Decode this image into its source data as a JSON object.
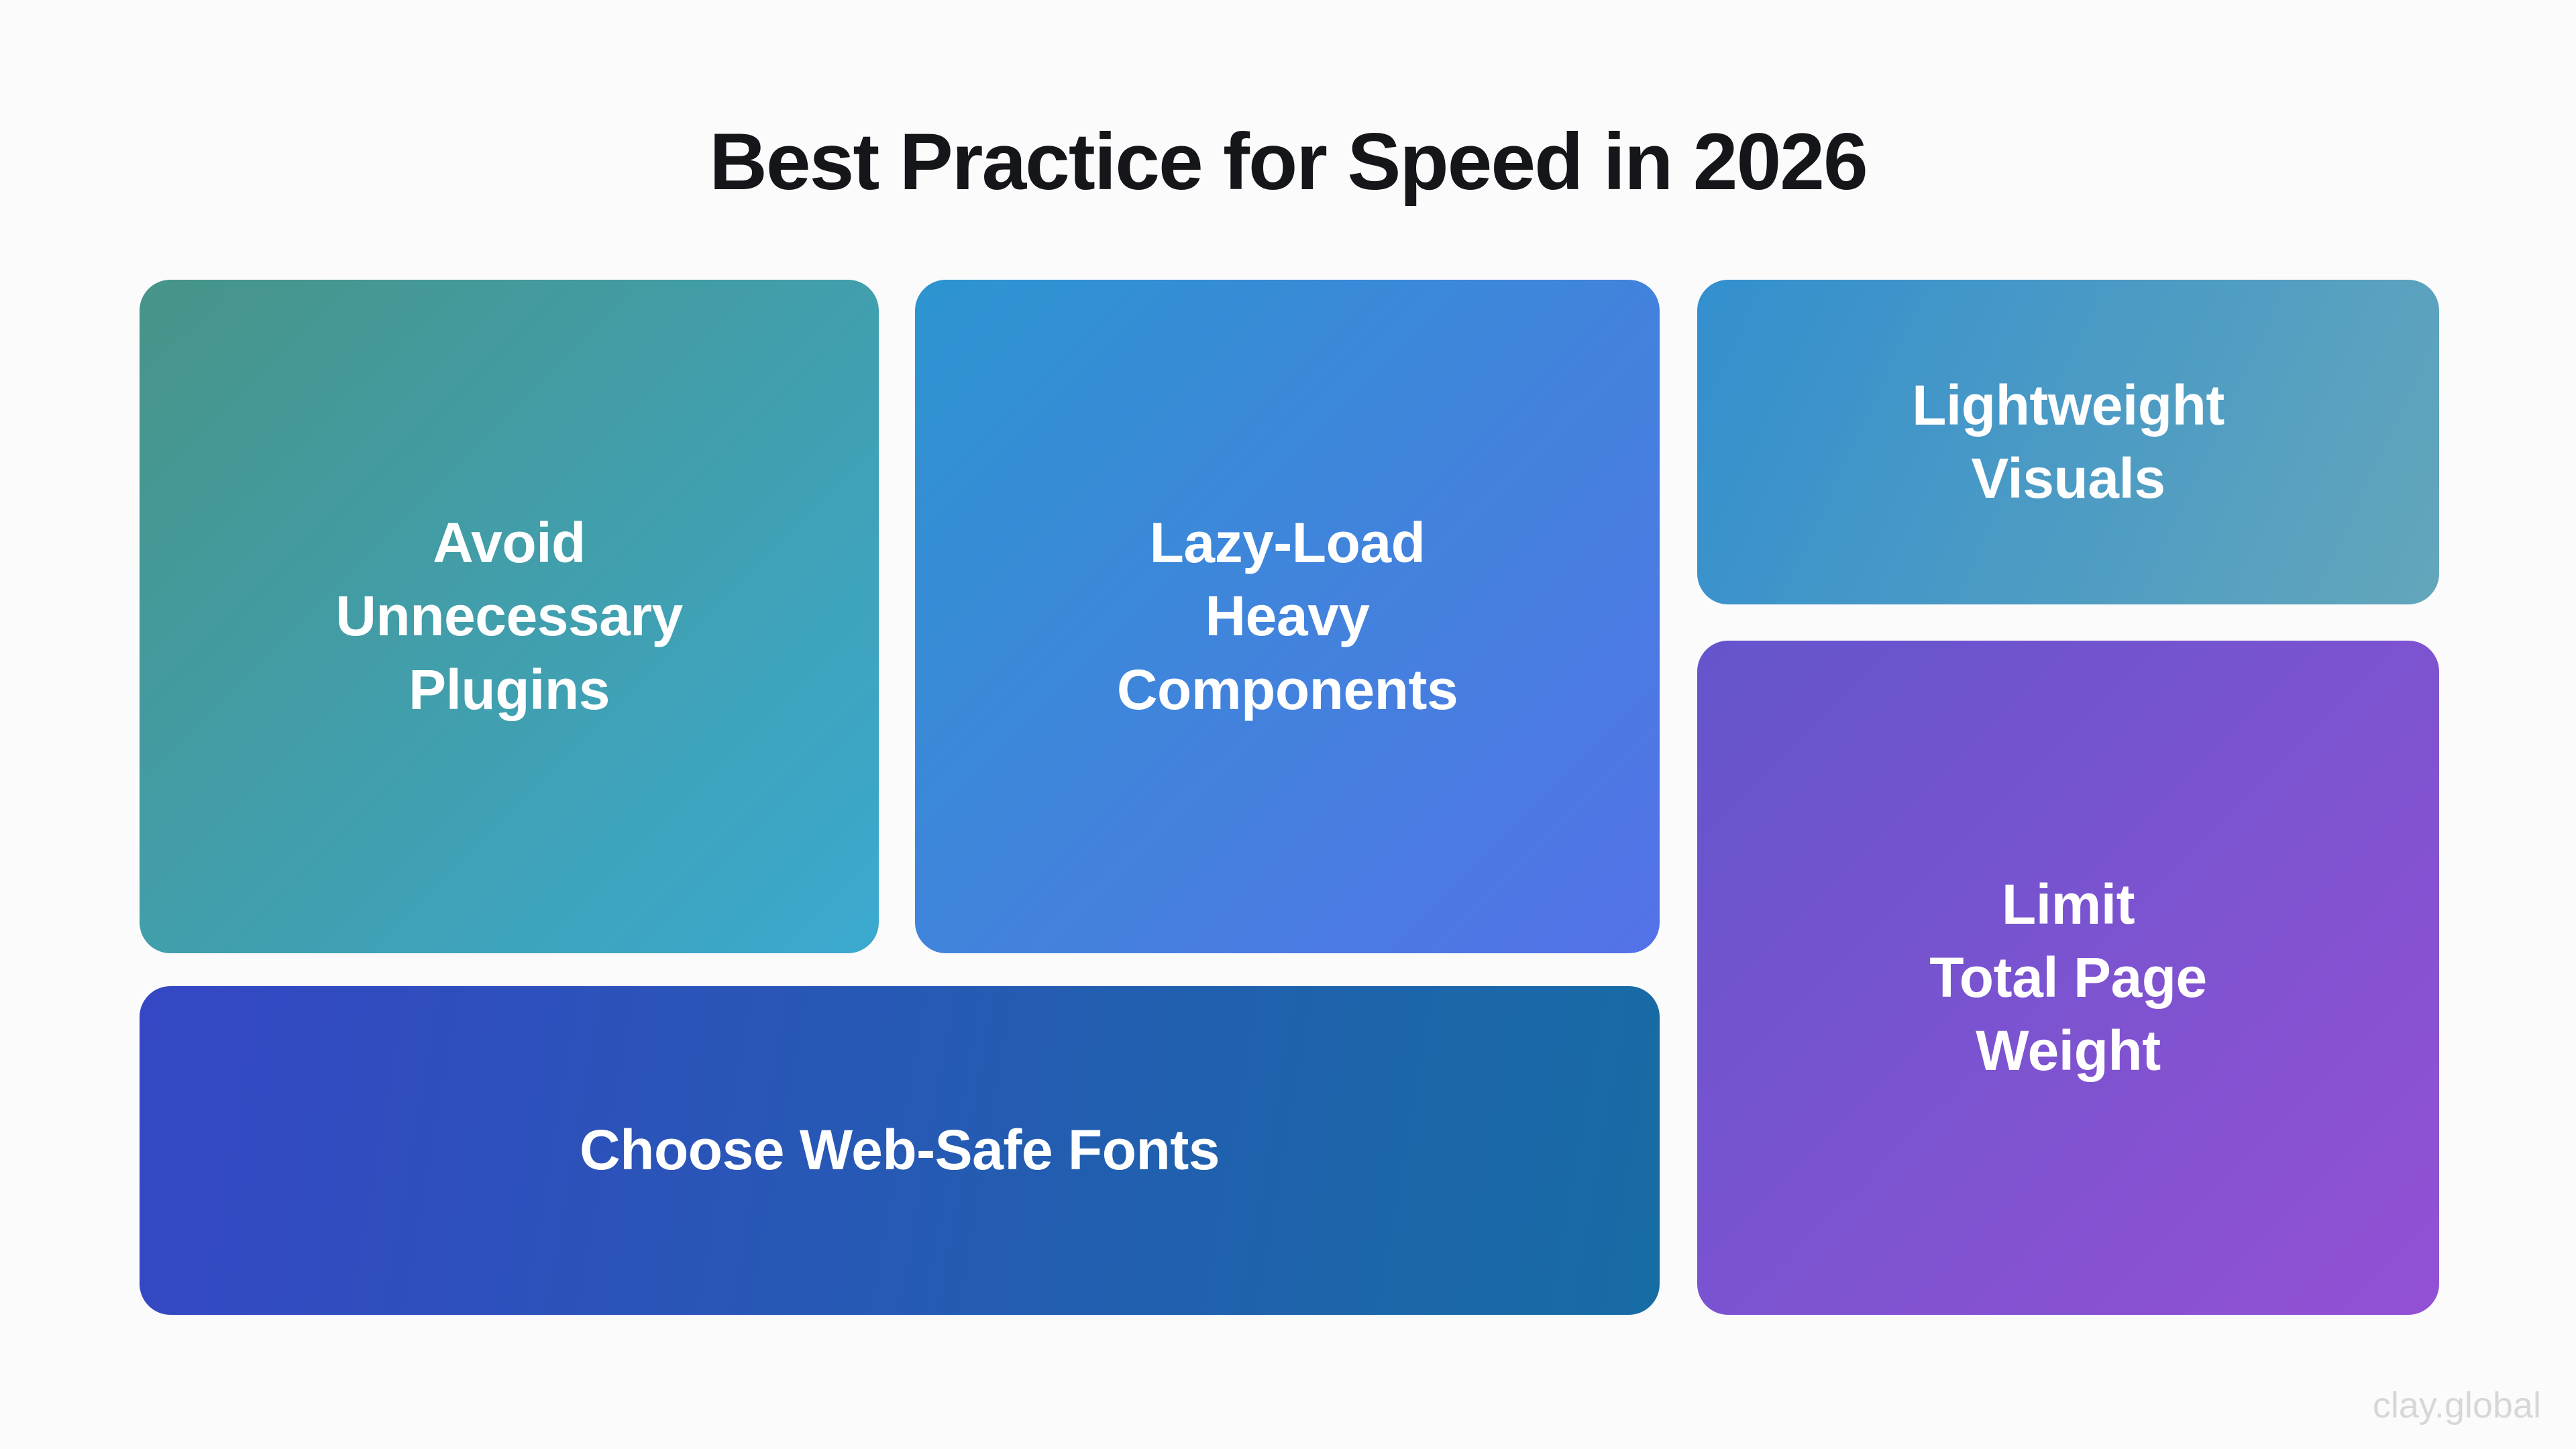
{
  "page": {
    "title": "Best Practice for Speed in 2026",
    "watermark": "clay.global",
    "background_color": "#fbfbfc",
    "title_color": "#15161a",
    "watermark_color": "#d7d7da",
    "card_text_color": "#ffffff"
  },
  "cards": [
    {
      "id": "avoid-unnecessary-plugins",
      "label": "Avoid Unnecessary Plugins",
      "lines": [
        "Avoid",
        "Unnecessary",
        "Plugins"
      ],
      "gradient_angle": 135,
      "gradient_start": "#479488",
      "gradient_end": "#3ba9d0"
    },
    {
      "id": "lazy-load-heavy-components",
      "label": "Lazy-Load Heavy Components",
      "lines": [
        "Lazy-Load",
        "Heavy",
        "Components"
      ],
      "gradient_angle": 135,
      "gradient_start": "#2d95d0",
      "gradient_end": "#5472e8"
    },
    {
      "id": "lightweight-visuals",
      "label": "Lightweight Visuals",
      "lines": [
        "Lightweight",
        "Visuals"
      ],
      "gradient_angle": 115,
      "gradient_start": "#338fce",
      "gradient_end": "#63a6bb"
    },
    {
      "id": "limit-total-page-weight",
      "label": "Limit Total Page Weight",
      "lines": [
        "Limit",
        "Total Page",
        "Weight"
      ],
      "gradient_angle": 135,
      "gradient_start": "#6455cc",
      "gradient_end": "#9351d4"
    },
    {
      "id": "choose-web-safe-fonts",
      "label": "Choose Web-Safe Fonts",
      "lines": [
        "Choose Web-Safe Fonts"
      ],
      "gradient_angle": 100,
      "gradient_start": "#3547c4",
      "gradient_end": "#176ca4"
    }
  ]
}
